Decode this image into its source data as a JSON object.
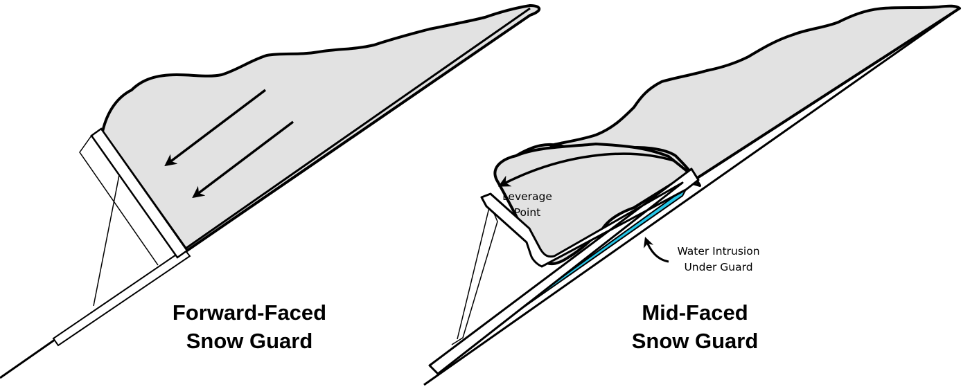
{
  "left_diagram": {
    "caption_line1": "Forward-Faced",
    "caption_line2": "Snow Guard"
  },
  "right_diagram": {
    "caption_line1": "Mid-Faced",
    "caption_line2": "Snow Guard",
    "annotation_leverage_line1": "Leverage",
    "annotation_leverage_line2": "Point",
    "annotation_water_line1": "Water Intrusion",
    "annotation_water_line2": "Under Guard"
  },
  "colors": {
    "snow": "#e2e2e2",
    "water": "#25c6e8",
    "outline": "#000000",
    "background": "#ffffff"
  }
}
